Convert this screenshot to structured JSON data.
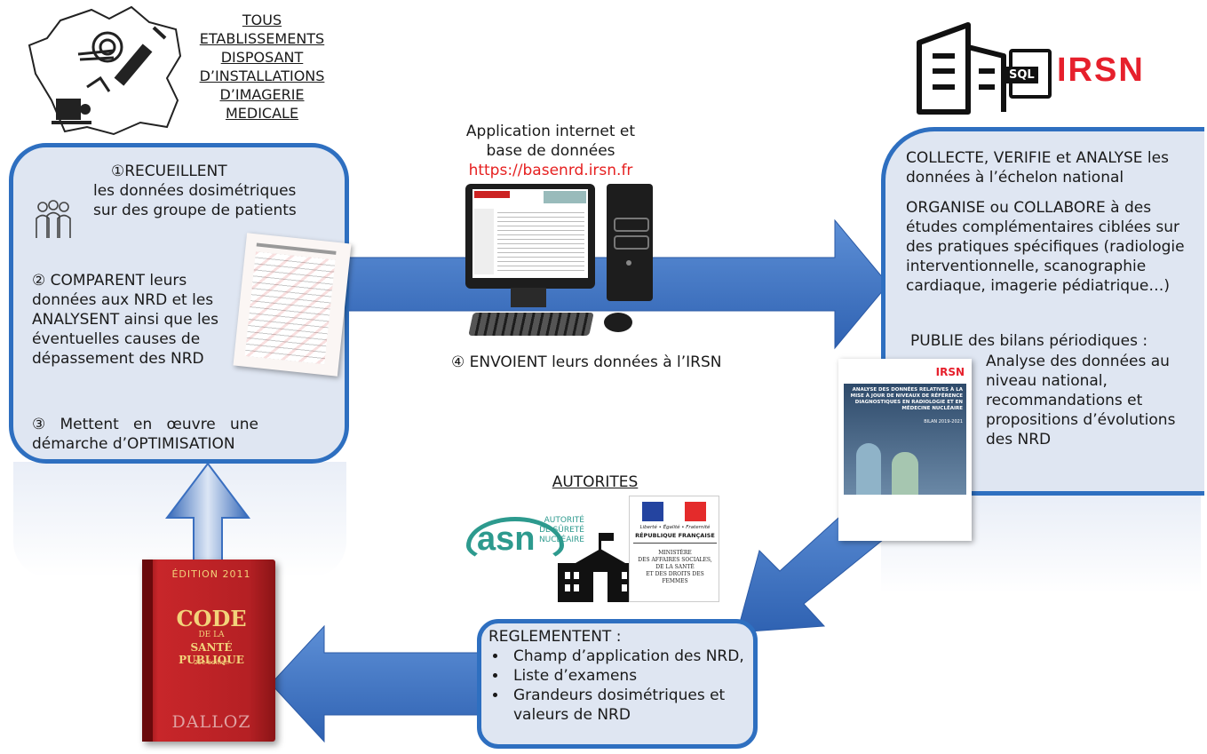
{
  "facilities": {
    "title": "TOUS ETABLISSEMENTS DISPOSANT D’INSTALLATIONS D’IMAGERIE MEDICALE",
    "title_lines": [
      "TOUS",
      "ETABLISSEMENTS",
      "DISPOSANT",
      "D’INSTALLATIONS",
      "D’IMAGERIE",
      "MEDICALE"
    ],
    "step1_head": "①RECUEILLENT",
    "step1_lines": [
      "les données dosimétriques",
      "sur des groupe de patients"
    ],
    "step2_lines": [
      "② COMPARENT leurs",
      "données aux NRD et les",
      "ANALYSENT ainsi que les",
      "éventuelles  causes de",
      "dépassement des NRD"
    ],
    "step3_line1": "③   Mettent   en   œuvre   une",
    "step3_line2": "démarche d’OPTIMISATION"
  },
  "application": {
    "line1": "Application internet et",
    "line2": "base de données",
    "url": "https://basenrd.irsn.fr",
    "step4": "④ ENVOIENT leurs données à l’IRSN"
  },
  "irsn": {
    "logo_text": "IRSN",
    "sql_label": "SQL",
    "collect_lines": [
      "COLLECTE, VERIFIE et ANALYSE les",
      "données à l’échelon national"
    ],
    "organise_lines": [
      "ORGANISE ou COLLABORE à des",
      "études complémentaires ciblées sur",
      "des pratiques spécifiques (radiologie",
      "interventionnelle, scanographie",
      "cardiaque, imagerie pédiatrique…)"
    ],
    "publie_label": "PUBLIE des bilans périodiques :",
    "publie_lines": [
      "Analyse des données au",
      "niveau national,",
      "recommandations et",
      "propositions d’évolutions",
      "des NRD"
    ],
    "report": {
      "org": "IRSN",
      "title": "ANALYSE DES DONNÉES RELATIVES À LA MISE À JOUR DE NIVEAUX DE RÉFÉRENCE DIAGNOSTIQUES EN RADIOLOGIE ET EN MÉDECINE NUCLÉAIRE",
      "period": "BILAN 2019-2021"
    }
  },
  "authorities": {
    "label": "AUTORITES",
    "asn_text": "asn",
    "asn_tag": [
      "AUTORITÉ",
      "DE SÛRETÉ",
      "NUCLÉAIRE"
    ],
    "rf_motto": "Liberté • Égalité • Fraternité",
    "rf_name": "RÉPUBLIQUE FRANÇAISE",
    "ministry": [
      "MINISTÈRE",
      "DES AFFAIRES SOCIALES,",
      "DE LA SANTÉ",
      "ET DES DROITS DES FEMMES"
    ],
    "regulate_label": "REGLEMENTENT :",
    "regulate_items": [
      "Champ d’application des NRD,",
      "Liste d’examens",
      "Grandeurs dosimétriques et valeurs de NRD"
    ]
  },
  "book": {
    "edition": "ÉDITION 2011",
    "title1": "CODE",
    "title2": "DE LA",
    "title3": "SANTÉ PUBLIQUE",
    "sub": "25e édition",
    "publisher": "DALLOZ"
  },
  "colors": {
    "arrow": "#3a72c4",
    "box_border": "#2e6fc0",
    "box_fill": "#dfe6f2",
    "irsn_red": "#e6202c",
    "url": "#e62020"
  }
}
